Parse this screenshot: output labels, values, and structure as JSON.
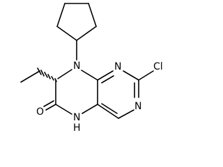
{
  "molecule": {
    "atoms": {
      "n8": "N",
      "n1": "N",
      "n3": "N",
      "n5": "H",
      "o": "O",
      "cl": "Cl"
    },
    "n5_label_n": "N",
    "colors": {
      "bond": "#000000",
      "text": "#000000",
      "background": "#ffffff"
    }
  }
}
